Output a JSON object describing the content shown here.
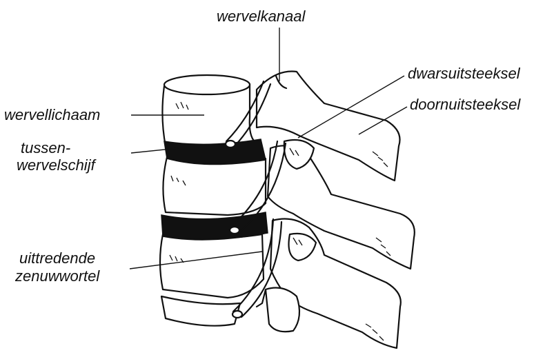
{
  "labels": {
    "spinal_canal": "wervelkanaal",
    "vertebral_body": "wervellichaam",
    "disc_line1": "tussen-",
    "disc_line2": "wervelschijf",
    "transverse_process": "dwarsuitsteeksel",
    "spinous_process": "doornuitsteeksel",
    "nerve_root_line1": "uittredende",
    "nerve_root_line2": "zenuwwortel"
  },
  "colors": {
    "ink": "#111111",
    "background": "#ffffff"
  }
}
